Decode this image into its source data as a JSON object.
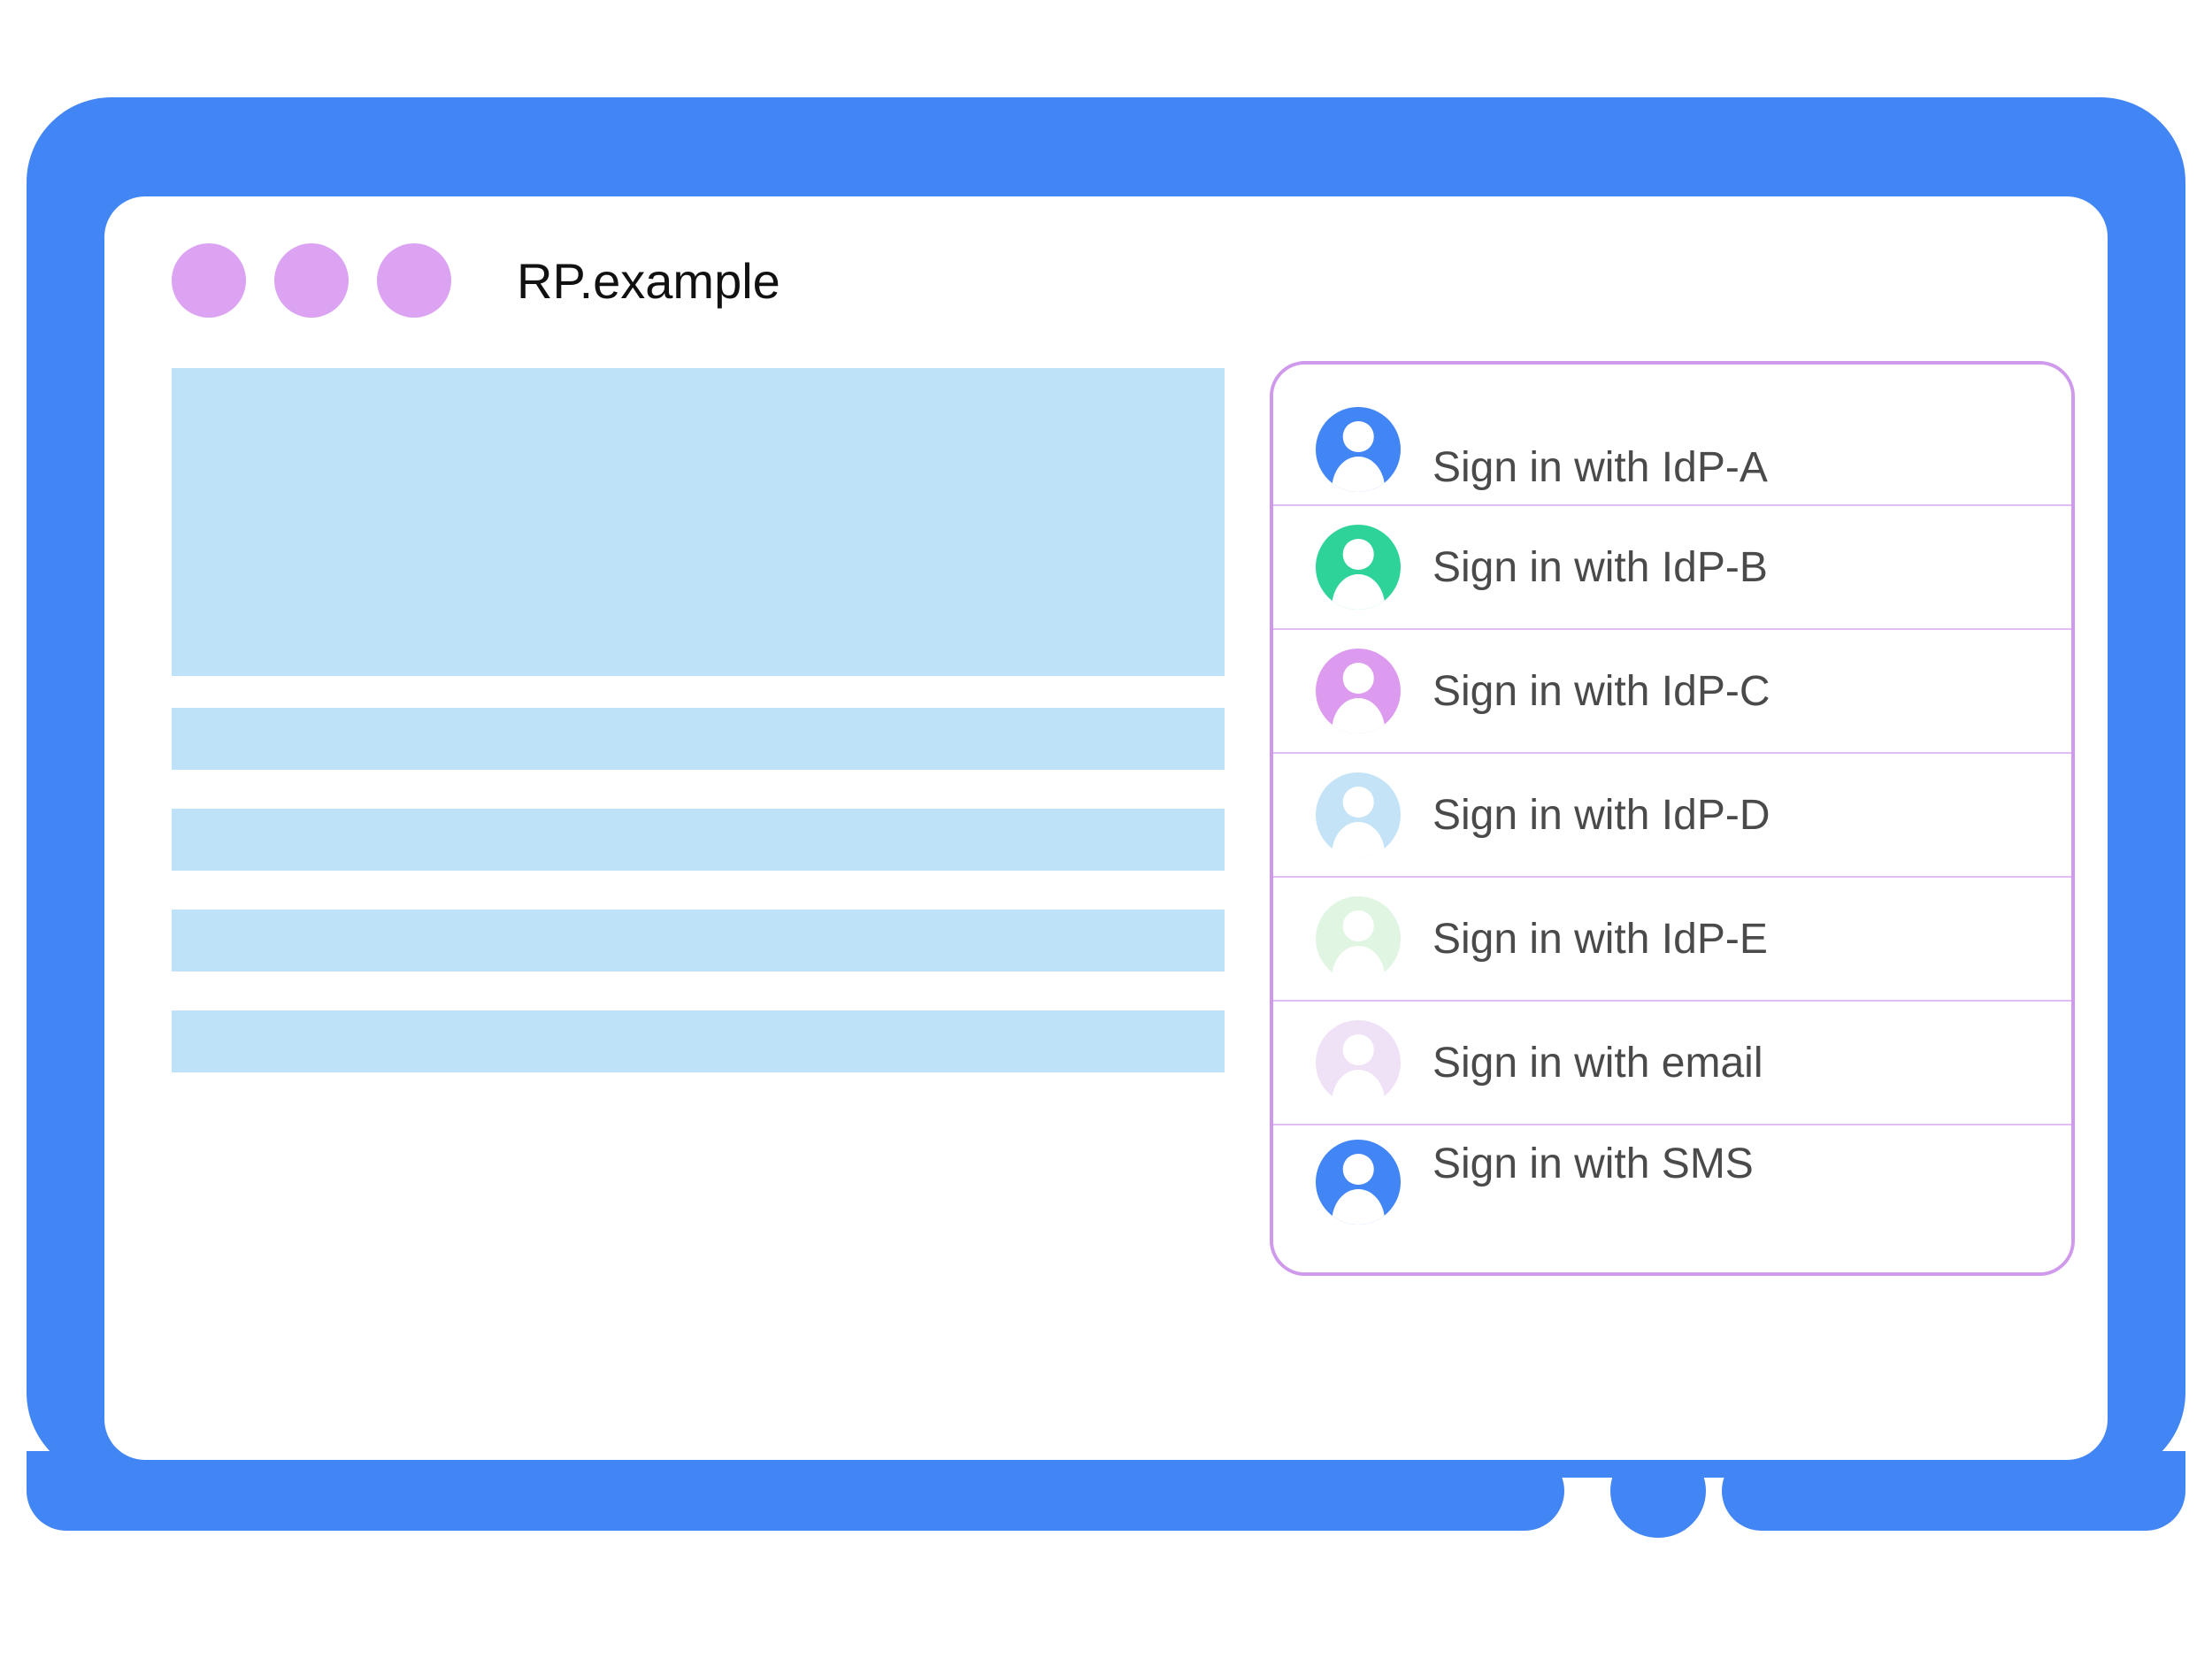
{
  "window": {
    "title": "RP.example",
    "traffic_dots": [
      "dot-1",
      "dot-2",
      "dot-3"
    ],
    "frame_color": "#4285F4",
    "dot_color": "#DCA3F2",
    "home_button": "home-button"
  },
  "content": {
    "placeholder_color": "#BEE2F7",
    "blocks": [
      {
        "name": "hero-placeholder",
        "kind": "hero"
      },
      {
        "name": "text-placeholder-1",
        "kind": "line"
      },
      {
        "name": "text-placeholder-2",
        "kind": "line"
      },
      {
        "name": "text-placeholder-3",
        "kind": "line"
      },
      {
        "name": "text-placeholder-4",
        "kind": "line"
      }
    ]
  },
  "account_chooser": {
    "border_color": "#CF9AEC",
    "divider_color": "#E3BCF4",
    "label_color": "#4A4A4A",
    "options": [
      {
        "label": "Sign in with IdP-A",
        "icon": "account-avatar-icon",
        "avatar_color": "#4285F4"
      },
      {
        "label": "Sign in with IdP-B",
        "icon": "account-avatar-icon",
        "avatar_color": "#2ED39A"
      },
      {
        "label": "Sign in with IdP-C",
        "icon": "account-avatar-icon",
        "avatar_color": "#DD9BF0"
      },
      {
        "label": "Sign in with IdP-D",
        "icon": "account-avatar-icon",
        "avatar_color": "#C5E3F7"
      },
      {
        "label": "Sign in with IdP-E",
        "icon": "account-avatar-icon",
        "avatar_color": "#E1F5E3"
      },
      {
        "label": "Sign in with email",
        "icon": "account-avatar-icon",
        "avatar_color": "#EFE2F7"
      },
      {
        "label": "Sign in with SMS",
        "icon": "account-avatar-icon",
        "avatar_color": "#4285F4"
      }
    ]
  }
}
